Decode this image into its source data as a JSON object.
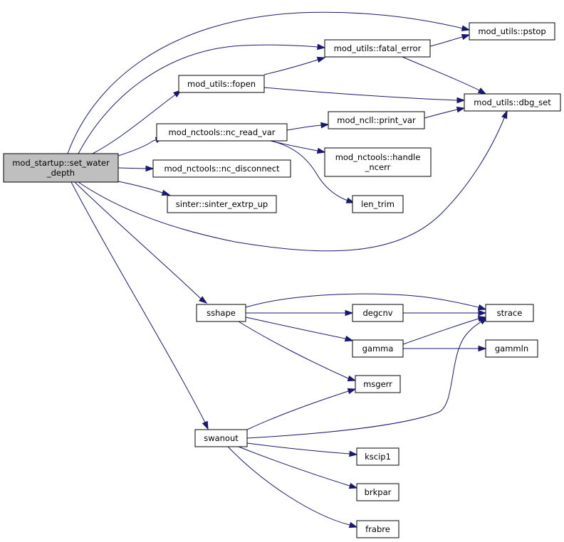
{
  "graph": {
    "root": "n_root",
    "colors": {
      "edge": "#191970",
      "root_fill": "#bfbfbf",
      "node_fill": "#ffffff",
      "border": "#000000"
    },
    "nodes": [
      {
        "id": "n_root",
        "lines": [
          "mod_startup::set_water",
          "_depth"
        ]
      },
      {
        "id": "n_fopen",
        "lines": [
          "mod_utils::fopen"
        ]
      },
      {
        "id": "n_fatal",
        "lines": [
          "mod_utils::fatal_error"
        ]
      },
      {
        "id": "n_pstop",
        "lines": [
          "mod_utils::pstop"
        ]
      },
      {
        "id": "n_dbg",
        "lines": [
          "mod_utils::dbg_set"
        ]
      },
      {
        "id": "n_readvar",
        "lines": [
          "mod_nctools::nc_read_var"
        ]
      },
      {
        "id": "n_printvar",
        "lines": [
          "mod_ncll::print_var"
        ]
      },
      {
        "id": "n_handle",
        "lines": [
          "mod_nctools::handle",
          "_ncerr"
        ]
      },
      {
        "id": "n_lentrim",
        "lines": [
          "len_trim"
        ]
      },
      {
        "id": "n_disconnect",
        "lines": [
          "mod_nctools::nc_disconnect"
        ]
      },
      {
        "id": "n_sinter",
        "lines": [
          "sinter::sinter_extrp_up"
        ]
      },
      {
        "id": "n_sshape",
        "lines": [
          "sshape"
        ]
      },
      {
        "id": "n_degcnv",
        "lines": [
          "degcnv"
        ]
      },
      {
        "id": "n_strace",
        "lines": [
          "strace"
        ]
      },
      {
        "id": "n_gamma",
        "lines": [
          "gamma"
        ]
      },
      {
        "id": "n_gammln",
        "lines": [
          "gammln"
        ]
      },
      {
        "id": "n_msgerr",
        "lines": [
          "msgerr"
        ]
      },
      {
        "id": "n_swanout",
        "lines": [
          "swanout"
        ]
      },
      {
        "id": "n_kscip1",
        "lines": [
          "kscip1"
        ]
      },
      {
        "id": "n_brkpar",
        "lines": [
          "brkpar"
        ]
      },
      {
        "id": "n_frabre",
        "lines": [
          "frabre"
        ]
      }
    ],
    "edges": [
      {
        "from": "n_root",
        "to": "n_pstop"
      },
      {
        "from": "n_root",
        "to": "n_fatal"
      },
      {
        "from": "n_root",
        "to": "n_fopen"
      },
      {
        "from": "n_root",
        "to": "n_readvar"
      },
      {
        "from": "n_root",
        "to": "n_disconnect"
      },
      {
        "from": "n_root",
        "to": "n_sinter"
      },
      {
        "from": "n_root",
        "to": "n_dbg"
      },
      {
        "from": "n_root",
        "to": "n_sshape"
      },
      {
        "from": "n_root",
        "to": "n_swanout"
      },
      {
        "from": "n_fopen",
        "to": "n_fatal"
      },
      {
        "from": "n_fopen",
        "to": "n_dbg"
      },
      {
        "from": "n_fatal",
        "to": "n_pstop"
      },
      {
        "from": "n_fatal",
        "to": "n_dbg"
      },
      {
        "from": "n_readvar",
        "to": "n_printvar"
      },
      {
        "from": "n_readvar",
        "to": "n_handle"
      },
      {
        "from": "n_readvar",
        "to": "n_lentrim"
      },
      {
        "from": "n_printvar",
        "to": "n_dbg"
      },
      {
        "from": "n_sshape",
        "to": "n_strace"
      },
      {
        "from": "n_sshape",
        "to": "n_degcnv"
      },
      {
        "from": "n_sshape",
        "to": "n_gamma"
      },
      {
        "from": "n_sshape",
        "to": "n_msgerr"
      },
      {
        "from": "n_degcnv",
        "to": "n_strace"
      },
      {
        "from": "n_gamma",
        "to": "n_strace"
      },
      {
        "from": "n_gamma",
        "to": "n_gammln"
      },
      {
        "from": "n_swanout",
        "to": "n_msgerr"
      },
      {
        "from": "n_swanout",
        "to": "n_strace"
      },
      {
        "from": "n_swanout",
        "to": "n_kscip1"
      },
      {
        "from": "n_swanout",
        "to": "n_brkpar"
      },
      {
        "from": "n_swanout",
        "to": "n_frabre"
      }
    ]
  }
}
